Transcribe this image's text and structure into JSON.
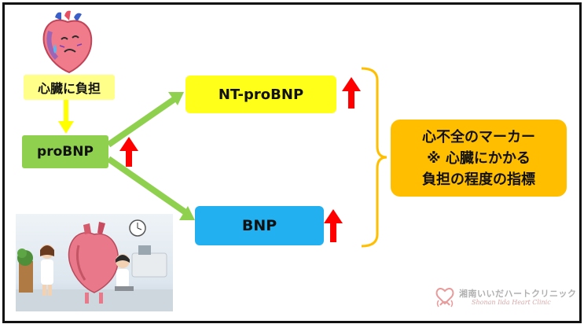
{
  "labels": {
    "heart_burden": "心臓に負担",
    "probnp": "proBNP",
    "nt_probnp": "NT-proBNP",
    "bnp": "BNP",
    "marker_line1": "心不全のマーカー",
    "marker_line2": "※ 心臓にかかる",
    "marker_line3": "負担の程度の指標"
  },
  "clinic": {
    "name_ja": "湘南いいだハートクリニック",
    "name_en": "Shonan Iida Heart Clinic"
  },
  "colors": {
    "heart_label_bg": "#ffff8a",
    "probnp_bg": "#8fd14f",
    "nt_probnp_bg": "#ffff1a",
    "bnp_bg": "#22b0f0",
    "marker_bg": "#ffbf00",
    "arrow_green": "#8fd14f",
    "arrow_yellow": "#ffff00",
    "up_arrow_red": "#ff0000",
    "brace": "#ffbf00"
  },
  "icons": {
    "heart": "sick-heart-icon",
    "up_arrow": "red-up-arrow-icon",
    "logo": "clinic-logo-icon"
  }
}
